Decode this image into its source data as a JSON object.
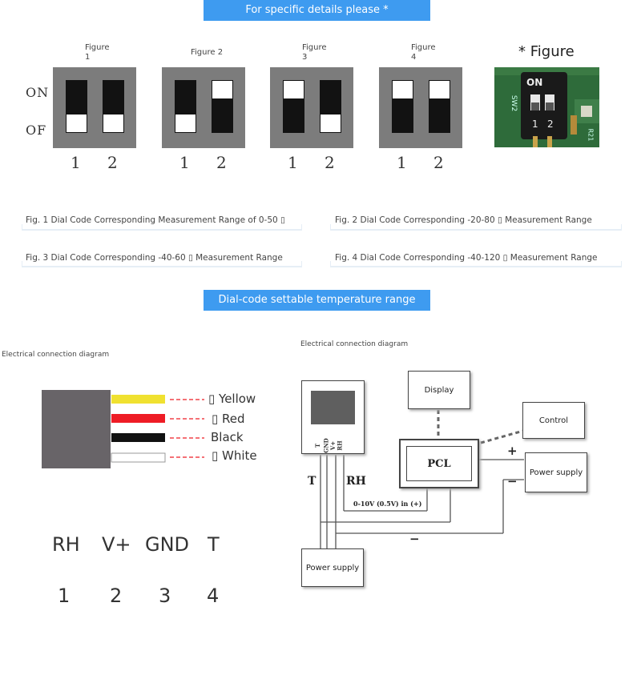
{
  "banners": {
    "details": "For specific details please *",
    "range": "Dial-code settable temperature range"
  },
  "switch_figures": [
    {
      "title": "Figure\n1",
      "sw1": "OFF",
      "sw2": "OFF"
    },
    {
      "title": "Figure 2",
      "sw1": "OFF",
      "sw2": "ON"
    },
    {
      "title": "Figure\n3",
      "sw1": "ON",
      "sw2": "OFF"
    },
    {
      "title": "Figure\n4",
      "sw1": "ON",
      "sw2": "ON"
    }
  ],
  "switch_numbers": [
    "1",
    "2"
  ],
  "on_label": "ON",
  "off_label": "OF",
  "photo": {
    "title": "* Figure",
    "on_text": "ON",
    "board_label": "SW2",
    "numbers": [
      "1",
      "2"
    ],
    "side_label": "R21"
  },
  "captions": [
    "Fig. 1 Dial Code Corresponding Measurement Range of 0-50 ▯",
    "Fig. 2 Dial Code Corresponding -20-80 ▯ Measurement Range",
    "Fig. 3 Dial Code Corresponding -40-60 ▯ Measurement Range",
    "Fig. 4 Dial Code Corresponding -40-120 ▯ Measurement Range"
  ],
  "left_diagram": {
    "title": "Electrical connection diagram",
    "wires": [
      {
        "label": "▯ Yellow",
        "color": "#f0e130"
      },
      {
        "label": "▯ Red",
        "color": "#ee1c25"
      },
      {
        "label": "Black",
        "color": "#111111"
      },
      {
        "label": "▯ White",
        "color": "#ffffff"
      }
    ],
    "pins": [
      "RH",
      "V+",
      "GND",
      "T"
    ],
    "pin_numbers": [
      "1",
      "2",
      "3",
      "4"
    ]
  },
  "right_diagram": {
    "title": "Electrical connection diagram",
    "sensor_pins": [
      "T",
      "GND",
      "V+",
      "RH"
    ],
    "display": "Display",
    "control": "Control",
    "pcl": "PCL",
    "power_supply_right": "Power supply",
    "power_supply_bottom": "Power supply",
    "t_label": "T",
    "rh_label": "RH",
    "signal_text": "0-10V (0.5V) in (+)",
    "plus": "+",
    "minus_right": "−",
    "minus_bottom": "−"
  },
  "colors": {
    "banner": "#3e9bf0",
    "switch_body": "#7c7c7c",
    "sensor_body": "#686468"
  }
}
